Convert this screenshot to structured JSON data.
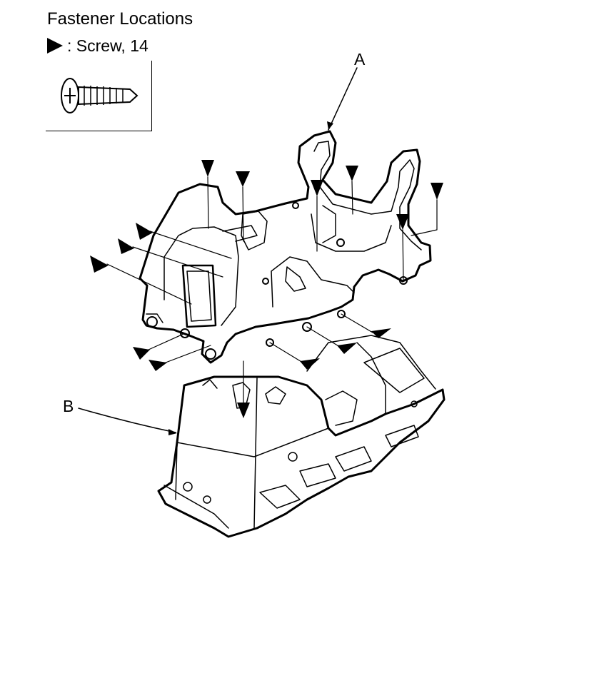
{
  "header": {
    "title": "Fastener Locations"
  },
  "legend": {
    "symbol": "arrowhead-icon",
    "text": ": Screw, 14"
  },
  "callouts": {
    "a": "A",
    "b": "B"
  },
  "colors": {
    "line": "#000000",
    "background": "#ffffff"
  }
}
